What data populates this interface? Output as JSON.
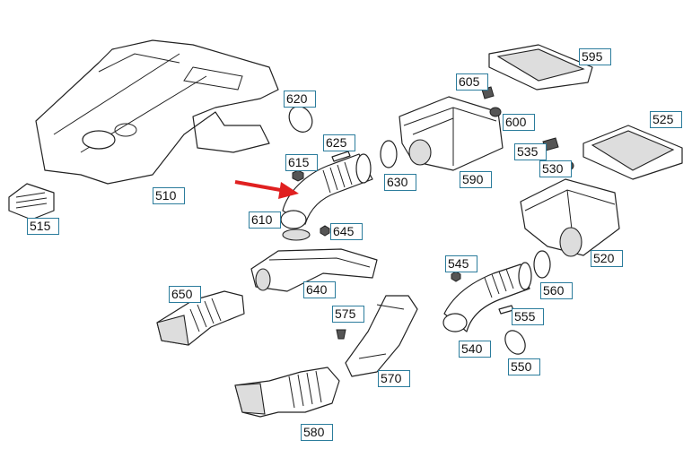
{
  "diagram_title": "",
  "accent_color": "#e02020",
  "label_border_color": "#2b7c9c",
  "labels": [
    {
      "id": "595",
      "text": "595"
    },
    {
      "id": "605",
      "text": "605"
    },
    {
      "id": "620",
      "text": "620"
    },
    {
      "id": "600",
      "text": "600"
    },
    {
      "id": "525",
      "text": "525"
    },
    {
      "id": "625",
      "text": "625"
    },
    {
      "id": "535",
      "text": "535"
    },
    {
      "id": "615",
      "text": "615"
    },
    {
      "id": "530",
      "text": "530"
    },
    {
      "id": "630",
      "text": "630"
    },
    {
      "id": "590",
      "text": "590"
    },
    {
      "id": "510",
      "text": "510"
    },
    {
      "id": "610",
      "text": "610"
    },
    {
      "id": "645",
      "text": "645"
    },
    {
      "id": "515",
      "text": "515"
    },
    {
      "id": "520",
      "text": "520"
    },
    {
      "id": "545",
      "text": "545"
    },
    {
      "id": "640",
      "text": "640"
    },
    {
      "id": "560",
      "text": "560"
    },
    {
      "id": "650",
      "text": "650"
    },
    {
      "id": "575",
      "text": "575"
    },
    {
      "id": "555",
      "text": "555"
    },
    {
      "id": "540",
      "text": "540"
    },
    {
      "id": "550",
      "text": "550"
    },
    {
      "id": "570",
      "text": "570"
    },
    {
      "id": "580",
      "text": "580"
    }
  ]
}
